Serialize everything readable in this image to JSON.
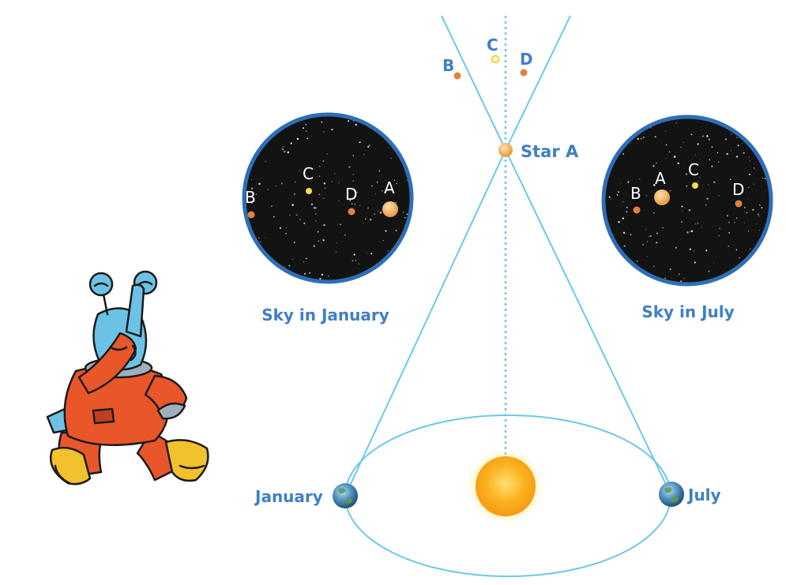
{
  "colors": {
    "line": "#6cc8e8",
    "label": "#3f7fc4",
    "sky": "#131313",
    "sky_border": "#2e6fb7",
    "star_orange": "#e0823c",
    "star_yellow": "#f5e04a",
    "star_a": "#f0b46a",
    "sun": "#fbb320"
  },
  "top": {
    "labels": {
      "b": "B",
      "c": "C",
      "d": "D"
    },
    "star_a_label": "Star A"
  },
  "sky_january": {
    "caption": "Sky in January",
    "labels": {
      "a": "A",
      "b": "B",
      "c": "C",
      "d": "D"
    }
  },
  "sky_july": {
    "caption": "Sky in July",
    "labels": {
      "a": "A",
      "b": "B",
      "c": "C",
      "d": "D"
    }
  },
  "orbit": {
    "january_label": "January",
    "july_label": "July"
  },
  "icons": {
    "sun": "sun-icon",
    "earth": "earth-icon",
    "mascot": "alien-astronaut-mascot"
  }
}
